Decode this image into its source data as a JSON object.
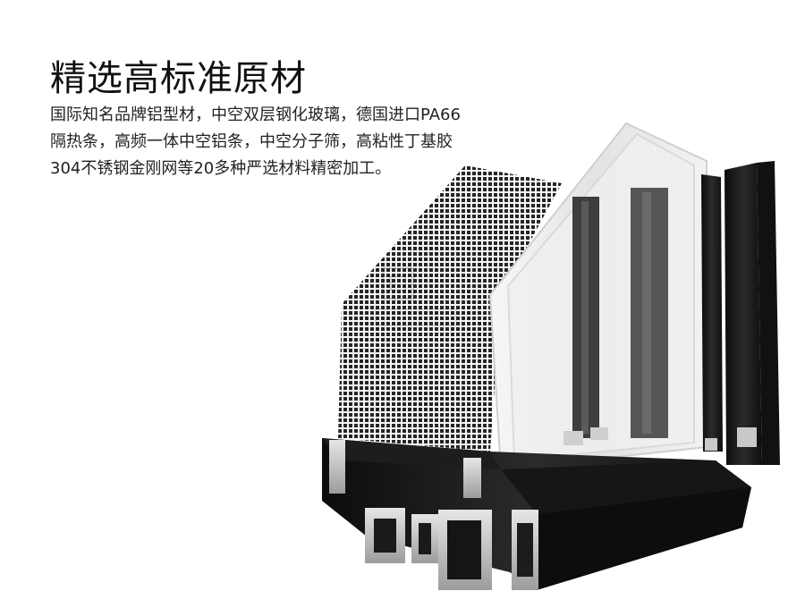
{
  "heading": "精选高标准原材",
  "description_lines": [
    "国际知名品牌铝型材，中空双层钢化玻璃，德国进口PA66",
    "隔热条，高频一体中空铝条，中空分子筛，高粘性丁基胶",
    "304不锈钢金刚网等20多种严选材料精密加工。"
  ],
  "colors": {
    "background": "#ffffff",
    "profile_dark": "#111111",
    "profile_mid": "#2a2a2a",
    "aluminum": "#b9b9b9",
    "glass_tint": "#e9e9e9",
    "mesh": "#1a1a1a"
  },
  "icons": {
    "watermark": "window-logo-watermark"
  }
}
